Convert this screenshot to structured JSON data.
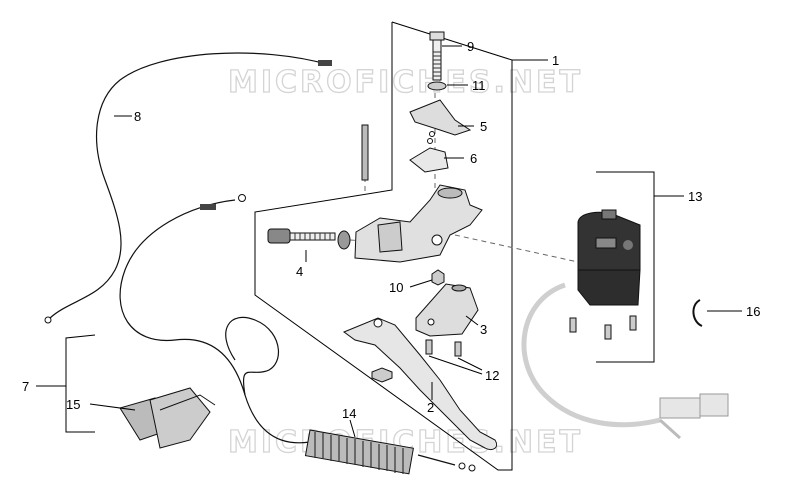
{
  "watermark": "MICROFICHES.NET",
  "callouts": [
    {
      "id": "1",
      "label": "1"
    },
    {
      "id": "2",
      "label": "2"
    },
    {
      "id": "3",
      "label": "3"
    },
    {
      "id": "4",
      "label": "4"
    },
    {
      "id": "5",
      "label": "5"
    },
    {
      "id": "6",
      "label": "6"
    },
    {
      "id": "7",
      "label": "7"
    },
    {
      "id": "8",
      "label": "8"
    },
    {
      "id": "9",
      "label": "9"
    },
    {
      "id": "10",
      "label": "10"
    },
    {
      "id": "11",
      "label": "11"
    },
    {
      "id": "12",
      "label": "12"
    },
    {
      "id": "13",
      "label": "13"
    },
    {
      "id": "14",
      "label": "14"
    },
    {
      "id": "15",
      "label": "15"
    },
    {
      "id": "16",
      "label": "16"
    }
  ]
}
